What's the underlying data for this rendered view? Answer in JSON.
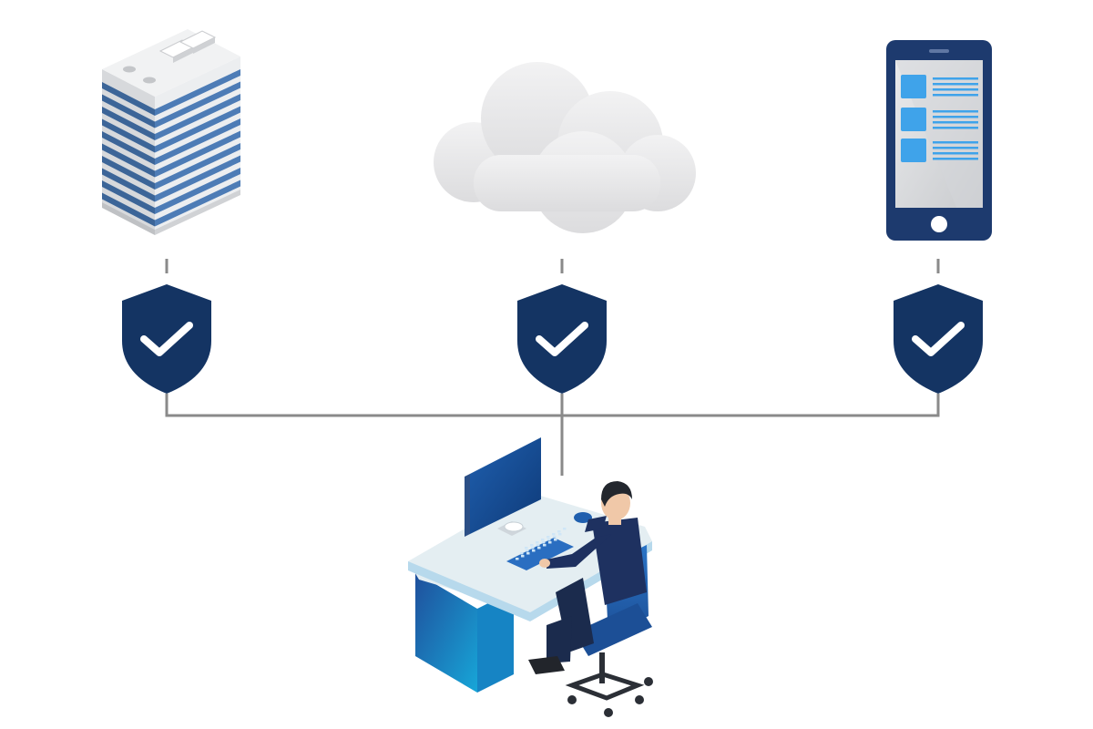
{
  "colors": {
    "shield": "#143463",
    "check": "#ffffff",
    "connector": "#8a8a8a",
    "accent_blue": "#1f5fae",
    "light_blue": "#4aa8e8",
    "cloud": "#e6e6e8",
    "desk_top": "#e3eef3"
  },
  "nodes": [
    {
      "id": "server",
      "icon": "server-building-icon",
      "shield_icon": "shield-check-icon"
    },
    {
      "id": "cloud",
      "icon": "cloud-icon",
      "shield_icon": "shield-check-icon"
    },
    {
      "id": "mobile",
      "icon": "smartphone-icon",
      "shield_icon": "shield-check-icon"
    }
  ],
  "workstation": {
    "icon": "person-at-desk-icon"
  }
}
